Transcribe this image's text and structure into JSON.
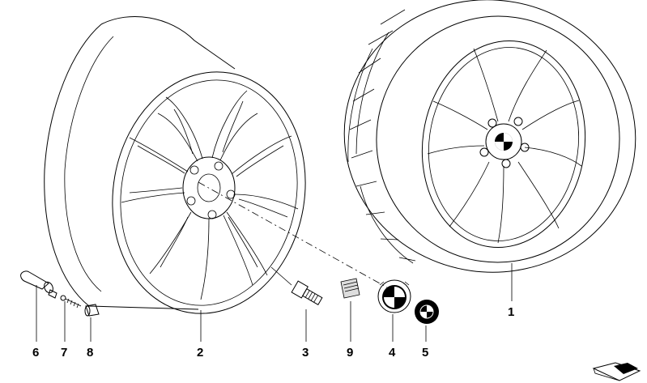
{
  "callouts": [
    {
      "id": "1",
      "text": "1"
    },
    {
      "id": "2",
      "text": "2"
    },
    {
      "id": "3",
      "text": "3"
    },
    {
      "id": "4",
      "text": "4"
    },
    {
      "id": "5",
      "text": "5"
    },
    {
      "id": "6",
      "text": "6"
    },
    {
      "id": "7",
      "text": "7"
    },
    {
      "id": "8",
      "text": "8"
    },
    {
      "id": "9",
      "text": "9"
    }
  ],
  "icons": {
    "rim": "alloy-rim-icon",
    "wheel": "complete-wheel-tire-icon",
    "bolt": "wheel-bolt-icon",
    "hubcap": "hub-cap-emblem-icon",
    "badge": "roundel-badge-icon",
    "valve": "tire-valve-icon",
    "valve_core": "valve-core-icon",
    "valve_cap": "valve-cap-icon",
    "label": "label-plate-icon",
    "corner": "page-corner-icon"
  }
}
